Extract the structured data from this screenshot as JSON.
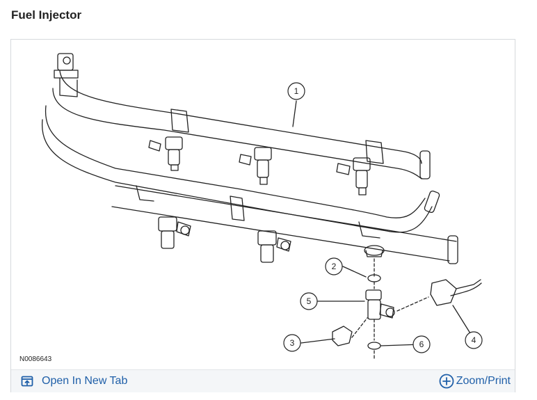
{
  "page": {
    "title": "Fuel Injector"
  },
  "figure": {
    "id": "N0086643",
    "callouts": [
      "1",
      "2",
      "3",
      "4",
      "5",
      "6"
    ]
  },
  "footer": {
    "open_tab_label": "Open In New Tab",
    "zoom_label": "Zoom/Print"
  },
  "colors": {
    "link": "#1f5fa8",
    "footer_bg": "#f4f6f8",
    "border": "#d6d9dc"
  },
  "icons": {
    "open_tab": "open-in-new-tab-icon",
    "zoom": "plus-circle-icon"
  }
}
